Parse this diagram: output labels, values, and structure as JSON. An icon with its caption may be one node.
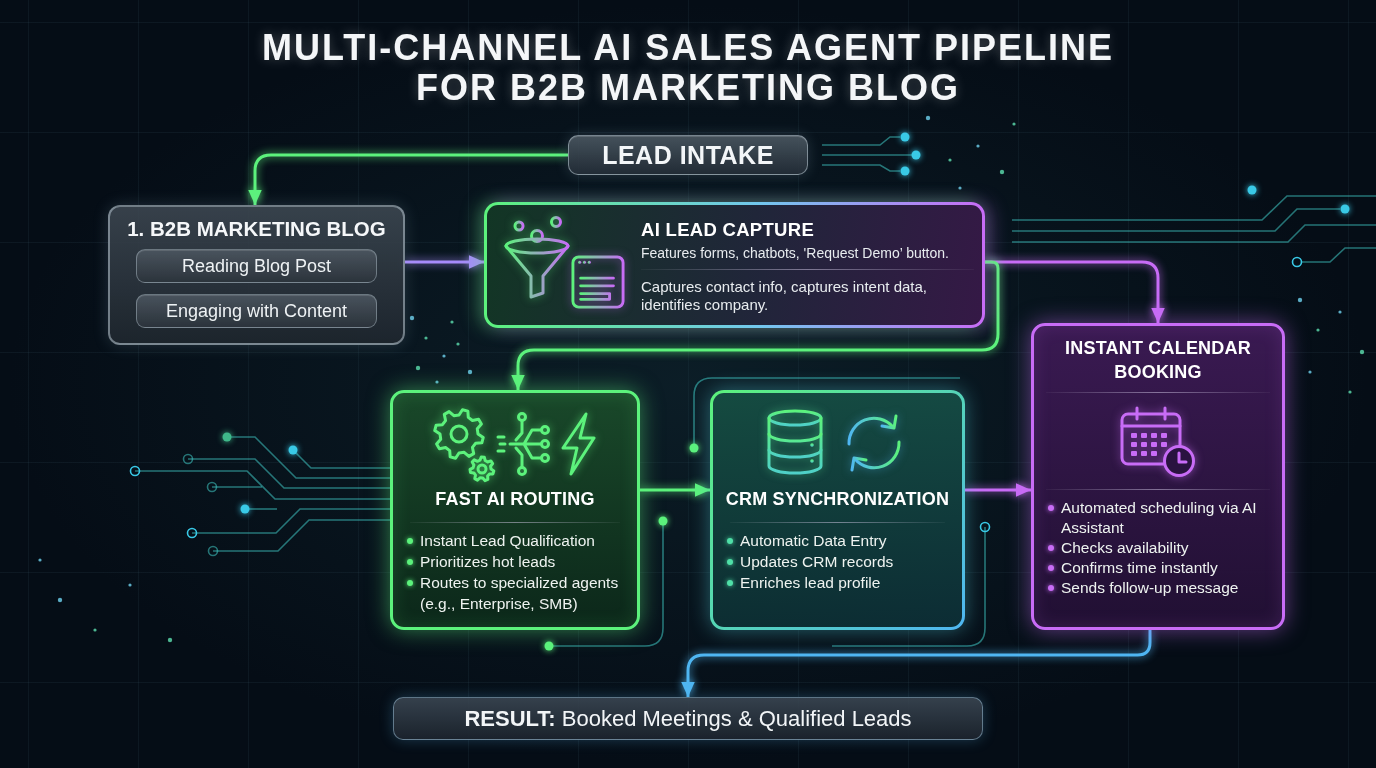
{
  "diagram": {
    "title": "MULTI-CHANNEL AI SALES AGENT PIPELINE FOR B2B MARKETING BLOG",
    "nodes": [
      {
        "text": [
          "LEAD INTAKE"
        ]
      },
      {
        "text": [
          "1. B2B MARKETING BLOG"
        ]
      },
      {
        "text": [
          "Reading Blog Post"
        ],
        "in": 1
      },
      {
        "text": [
          "Engaging with Content"
        ],
        "in": 1
      },
      {
        "text": [
          "AI LEAD CAPTURE",
          "Features forms, chatbots, 'Request Demo’ button.",
          "Captures contact info, captures intent data, identifies company."
        ]
      },
      {
        "text": [
          "FAST AI ROUTING",
          "Instant Lead Qualification",
          "Prioritizes hot leads",
          "Routes to specialized agents (e.g., Enterprise, SMB)"
        ]
      },
      {
        "text": [
          "CRM SYNCHRONIZATION",
          "Automatic Data Entry",
          "Updates CRM records",
          "Enriches lead profile"
        ]
      },
      {
        "text": [
          "INSTANT CALENDAR BOOKING",
          "Automated scheduling via AI Assistant",
          "Checks availability",
          "Confirms time instantly",
          "Sends follow-up message"
        ]
      },
      {
        "text": [
          "**RESULT:** Booked Meetings & Qualified Leads"
        ]
      }
    ],
    "edges": [
      {
        "from": 0,
        "to": 1,
        "arrow": "to"
      },
      {
        "from": 1,
        "to": 4,
        "arrow": "to",
        "color": "#a78bfa"
      },
      {
        "from": 4,
        "to": 7,
        "arrow": "to",
        "color": "#c86cf6"
      },
      {
        "from": 4,
        "to": 5,
        "arrow": "to"
      },
      {
        "from": 5,
        "to": 6,
        "arrow": "to"
      },
      {
        "from": 6,
        "to": 7,
        "arrow": "to",
        "color": "#c86cf6"
      },
      {
        "from": 7,
        "to": 8,
        "arrow": "to",
        "color": "#4fb6f2"
      }
    ]
  }
}
